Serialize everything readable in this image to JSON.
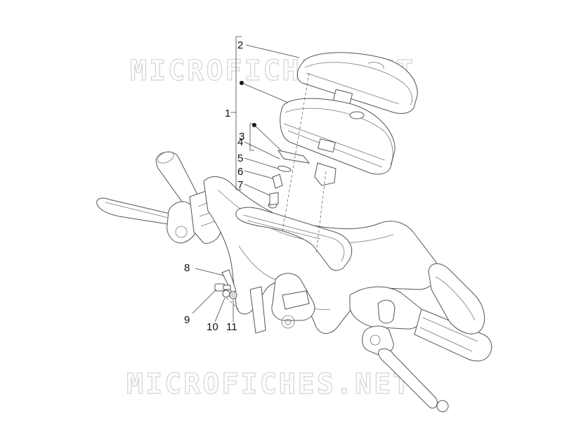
{
  "watermark": "MICROFICHES.NET",
  "callouts": [
    {
      "id": "c1",
      "label": "1"
    },
    {
      "id": "c2",
      "label": "2"
    },
    {
      "id": "c3",
      "label": "3"
    },
    {
      "id": "c4",
      "label": "4"
    },
    {
      "id": "c5",
      "label": "5"
    },
    {
      "id": "c6",
      "label": "6"
    },
    {
      "id": "c7",
      "label": "7"
    },
    {
      "id": "c8",
      "label": "8"
    },
    {
      "id": "c9",
      "label": "9"
    },
    {
      "id": "c10",
      "label": "10"
    },
    {
      "id": "c11",
      "label": "11"
    }
  ]
}
